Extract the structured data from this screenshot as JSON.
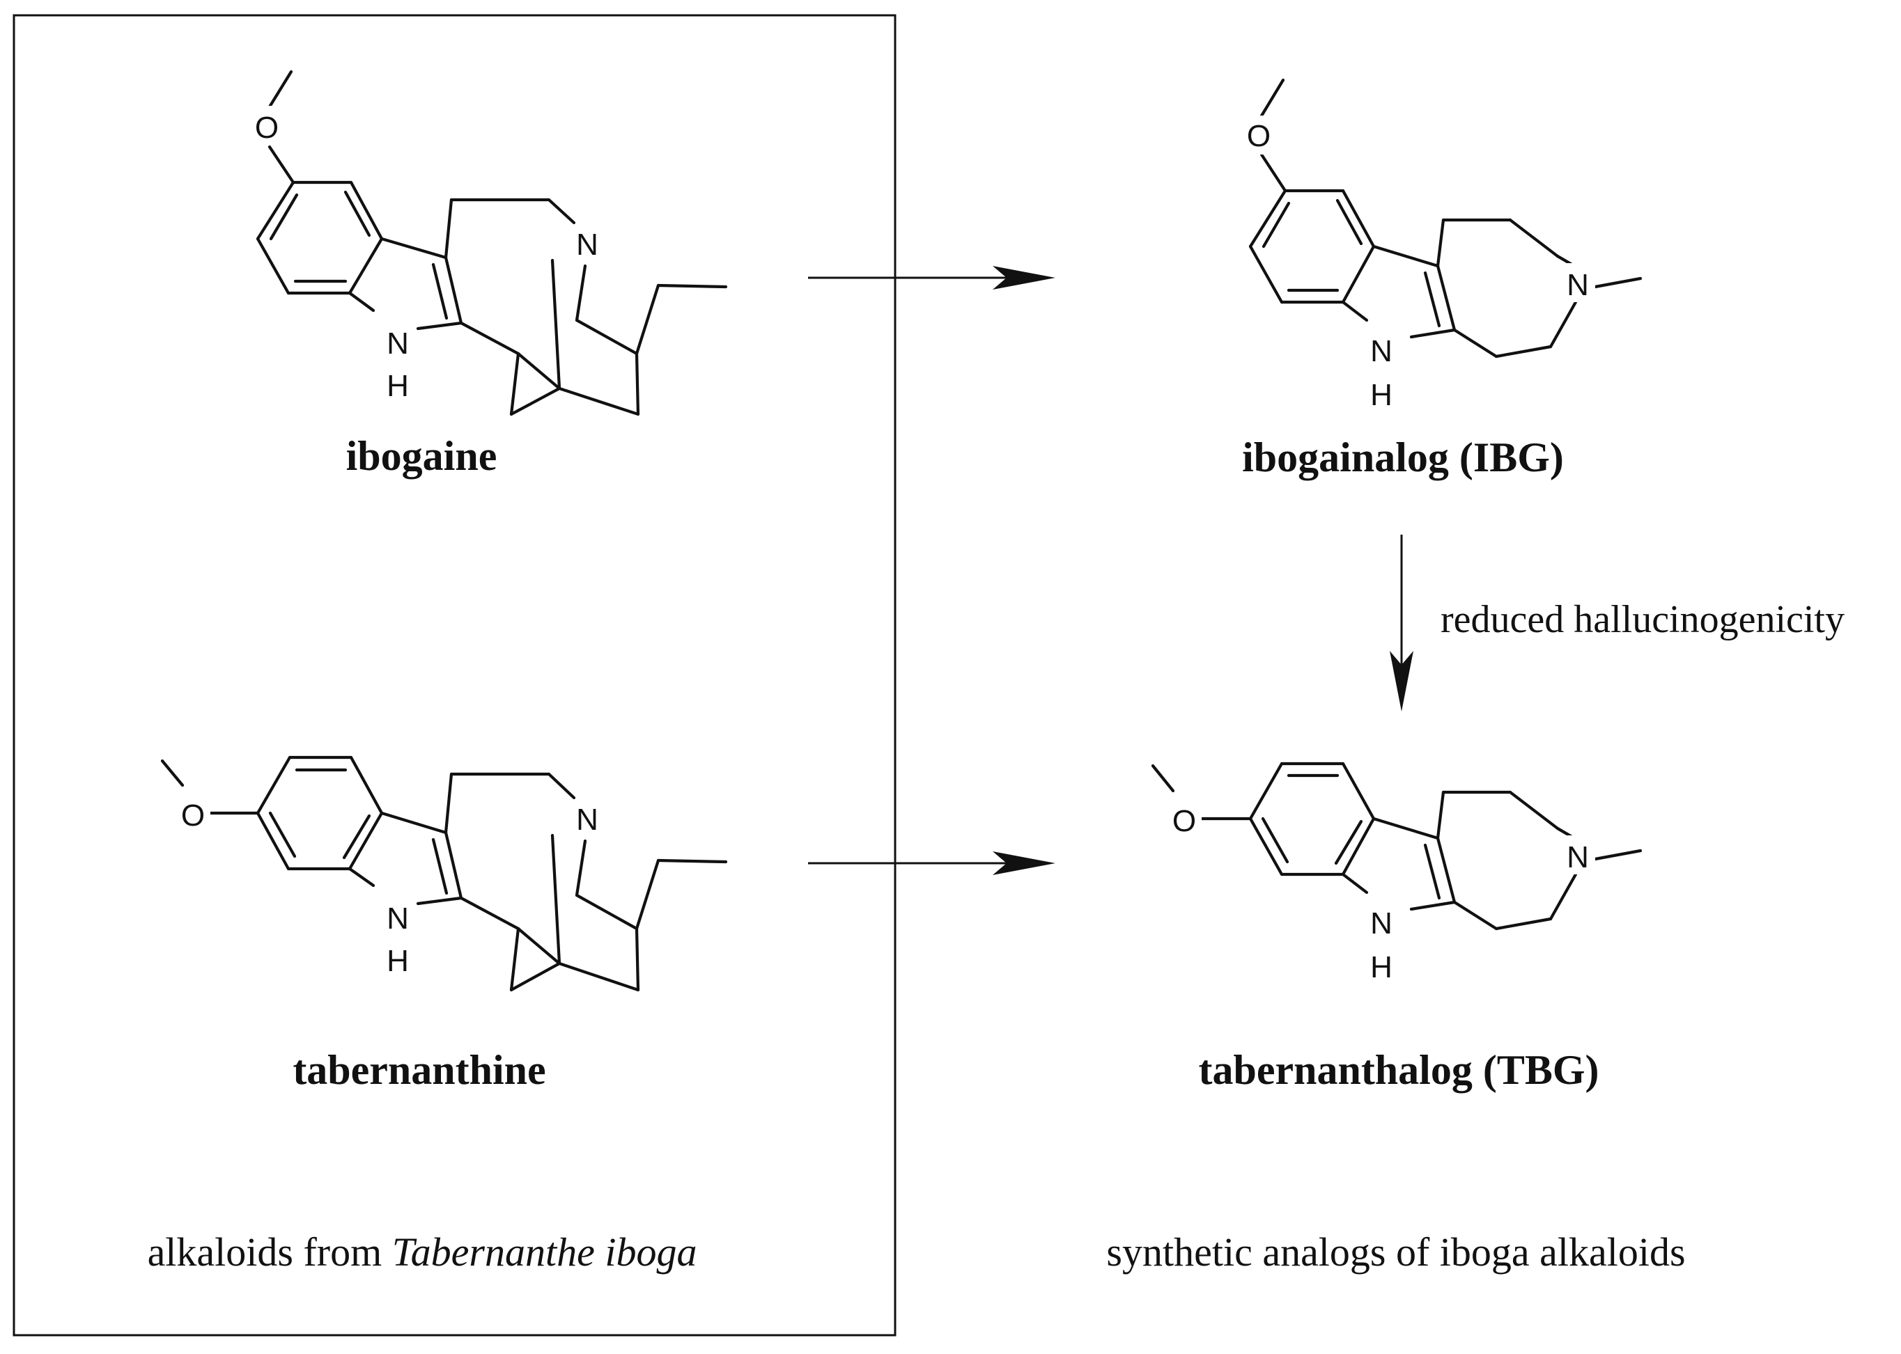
{
  "compounds": {
    "ibogaine": {
      "name": "ibogaine"
    },
    "tabernanthine": {
      "name": "tabernanthine"
    },
    "ibogainalog": {
      "name": "ibogainalog (IBG)"
    },
    "tabernanthalog": {
      "name": "tabernanthalog (TBG)"
    }
  },
  "atoms": {
    "oxygen": "O",
    "nitrogen": "N",
    "hydrogen": "H"
  },
  "arrows": {
    "vertical_note": "reduced hallucinogenicity"
  },
  "captions": {
    "left_prefix": "alkaloids from ",
    "left_italic": "Tabernanthe iboga",
    "right": "synthetic analogs of iboga alkaloids"
  }
}
